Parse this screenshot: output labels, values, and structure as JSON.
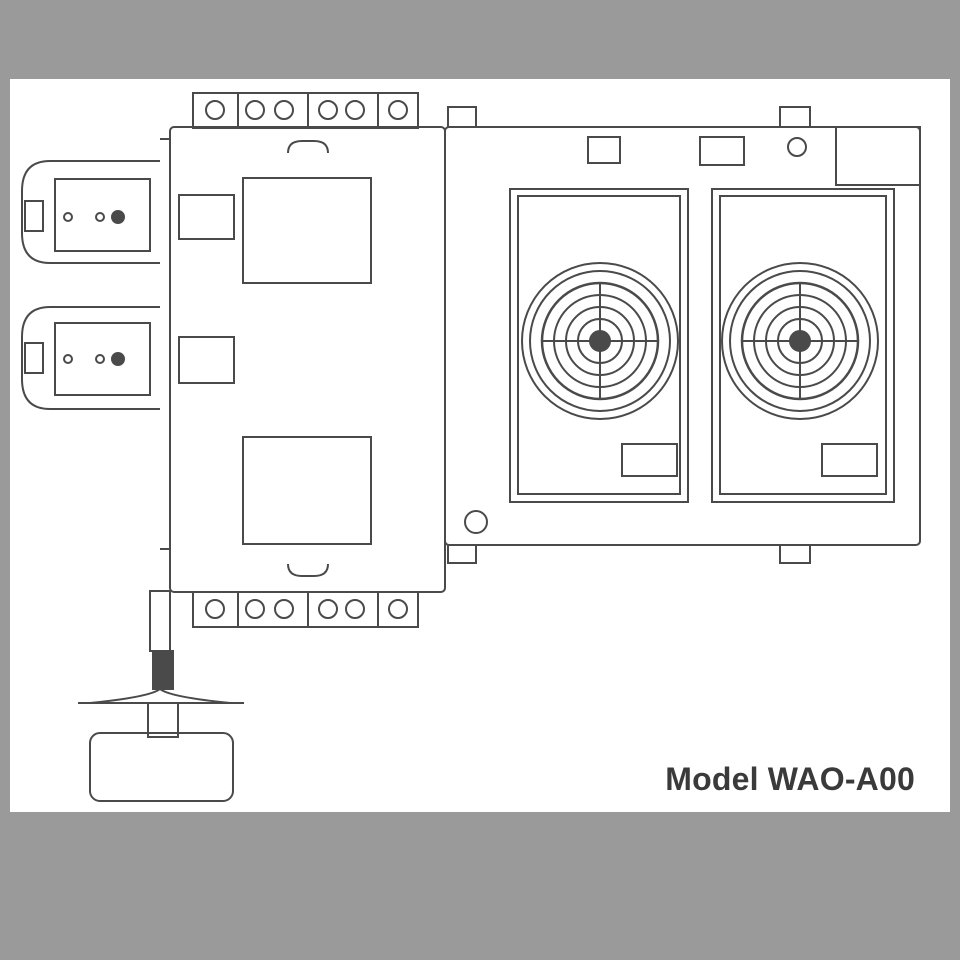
{
  "diagram": {
    "model_label": "Model WAO-A00",
    "components": [
      "main-enclosure",
      "fan-housing-left",
      "fan-housing-right",
      "battery-plate-top",
      "battery-plate-bottom",
      "terminal-strip-top",
      "terminal-strip-bottom",
      "support-arm"
    ]
  },
  "colors": {
    "background": "#9a9a9a",
    "paper": "#ffffff",
    "line": "#4a4a4a",
    "text": "#3a3a3a"
  }
}
